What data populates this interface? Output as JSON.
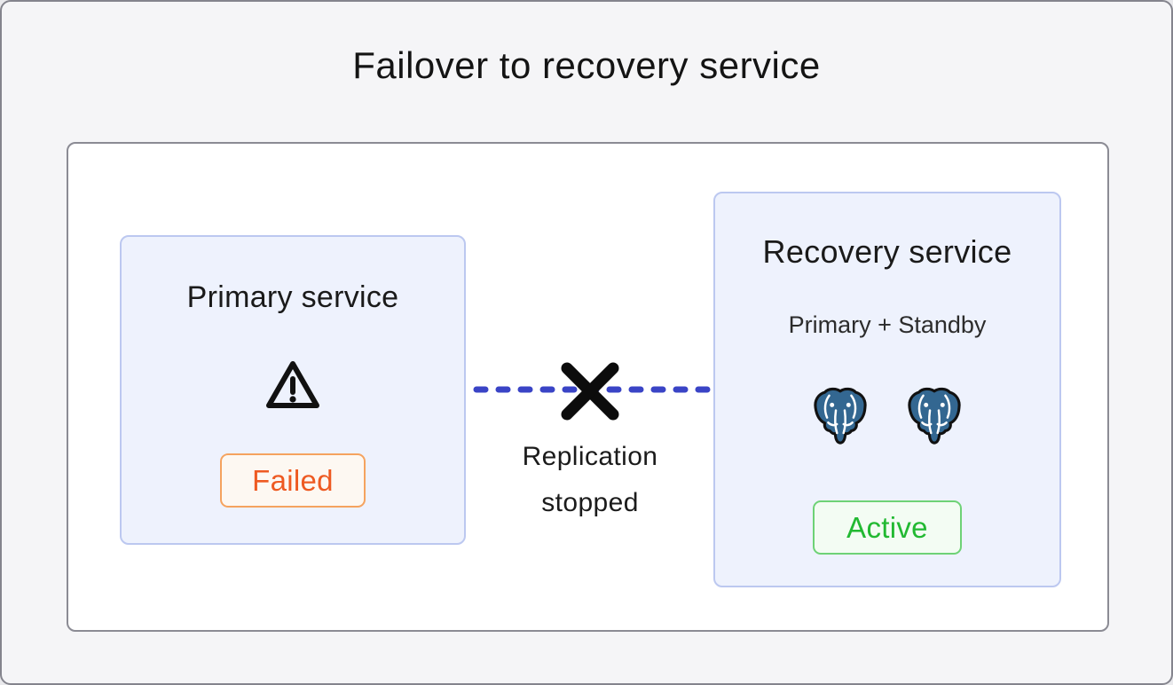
{
  "title": "Failover to recovery service",
  "primary": {
    "title": "Primary service",
    "status": "Failed",
    "icon": "warning-triangle-icon"
  },
  "recovery": {
    "title": "Recovery service",
    "subtitle": "Primary + Standby",
    "status": "Active",
    "node_icon": "postgresql-elephant-icon",
    "node_count": 2
  },
  "connector": {
    "label": "Replication stopped",
    "style": "dashed",
    "break_icon": "x-icon"
  },
  "colors": {
    "failed_text": "#ee5a22",
    "failed_border": "#f5a35f",
    "failed_bg": "#fdf8f2",
    "active_text": "#22b932",
    "active_border": "#6ed276",
    "active_bg": "#f3fcf3",
    "connector_blue": "#3a44c6",
    "postgres_blue": "#336791",
    "service_box_fill": "#eef2fd",
    "service_box_border": "#bcc8f0",
    "outer_bg": "#f5f5f7"
  }
}
